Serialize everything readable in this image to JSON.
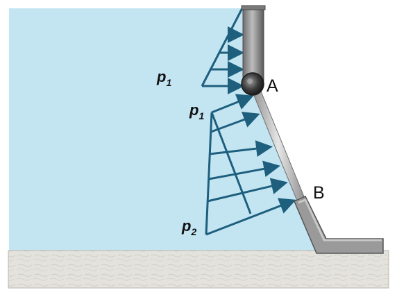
{
  "labels": {
    "p1_upper": {
      "base": "p",
      "sub": "1"
    },
    "p1_lower": {
      "base": "p",
      "sub": "1"
    },
    "p2": {
      "base": "p",
      "sub": "2"
    },
    "point_a": "A",
    "point_b": "B"
  },
  "colors": {
    "water": "#c3e5f2",
    "arrow": "#1e5f7e",
    "ground": "#e3e2dc",
    "pipe": "#8a8a8a",
    "hinge": "#3a3a3a"
  },
  "icons": {
    "hinge": "hinge-pin-icon"
  }
}
